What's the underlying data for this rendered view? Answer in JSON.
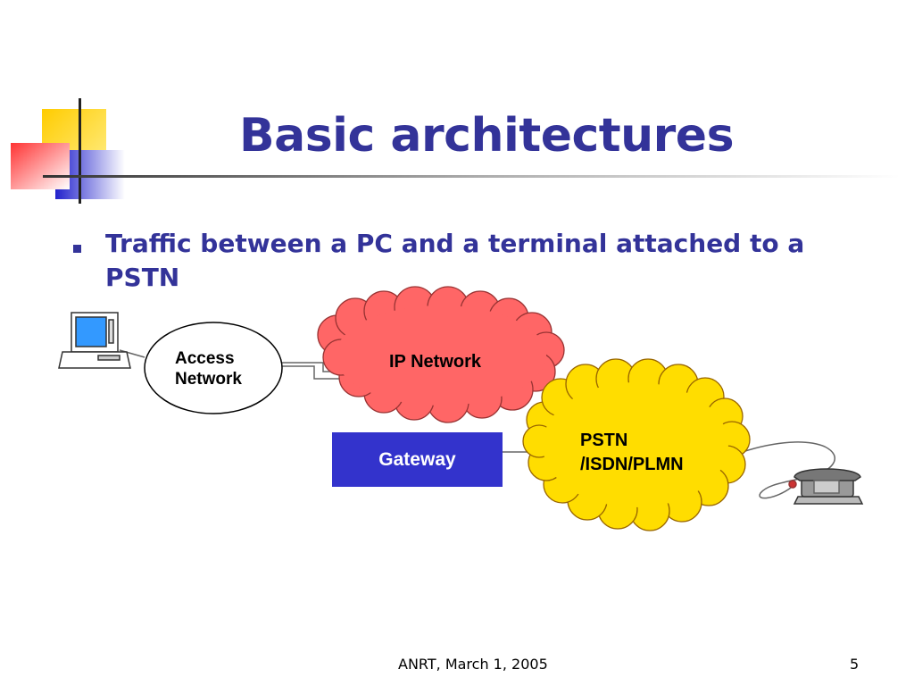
{
  "slide": {
    "title": "Basic architectures",
    "bullet": "Traffic between a PC and a terminal attached to a PSTN"
  },
  "diagram": {
    "access_network": "Access Network",
    "ip_network": "IP Network",
    "gateway": "Gateway",
    "pstn_line1": "PSTN",
    "pstn_line2": "/ISDN/PLMN"
  },
  "footer": {
    "text": "ANRT, March 1, 2005",
    "page": "5"
  },
  "colors": {
    "title": "#333399",
    "ip_cloud": "#ff6666",
    "pstn_cloud": "#ffdd00",
    "gateway": "#3333cc"
  },
  "icons": [
    "computer-icon",
    "telephone-icon"
  ]
}
